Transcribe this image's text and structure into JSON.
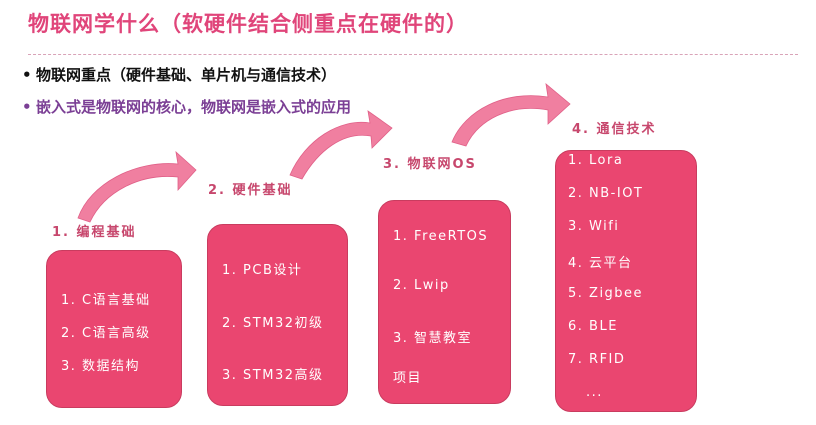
{
  "title": "物联网学什么（软硬件结合侧重点在硬件的）",
  "bullets": [
    {
      "dot": "•",
      "text": "物联网重点（硬件基础、单片机与通信技术）"
    },
    {
      "dot": "•",
      "text": "嵌入式是物联网的核心，物联网是嵌入式的应用"
    }
  ],
  "stages": [
    {
      "label": "1. 编程基础",
      "items": [
        "1. C语言基础",
        "2. C语言高级",
        "3. 数据结构"
      ]
    },
    {
      "label": "2. 硬件基础",
      "items": [
        "1. PCB设计",
        "2. STM32初级",
        "3. STM32高级"
      ]
    },
    {
      "label": "3. 物联网OS",
      "items": [
        "1. FreeRTOS",
        "2. Lwip",
        "3. 智慧教室",
        "项目"
      ]
    },
    {
      "label": "4. 通信技术",
      "items": [
        "1. Lora",
        "2. NB-IOT",
        "3. Wifi",
        "4. 云平台",
        "5. Zigbee",
        "6. BLE",
        "7. RFID",
        "..."
      ]
    }
  ],
  "colors": {
    "title": "#e0457a",
    "box": "#ea4670",
    "arrow": "#f07fa0",
    "label": "#c7476d",
    "bullet2": "#7b3f95"
  }
}
